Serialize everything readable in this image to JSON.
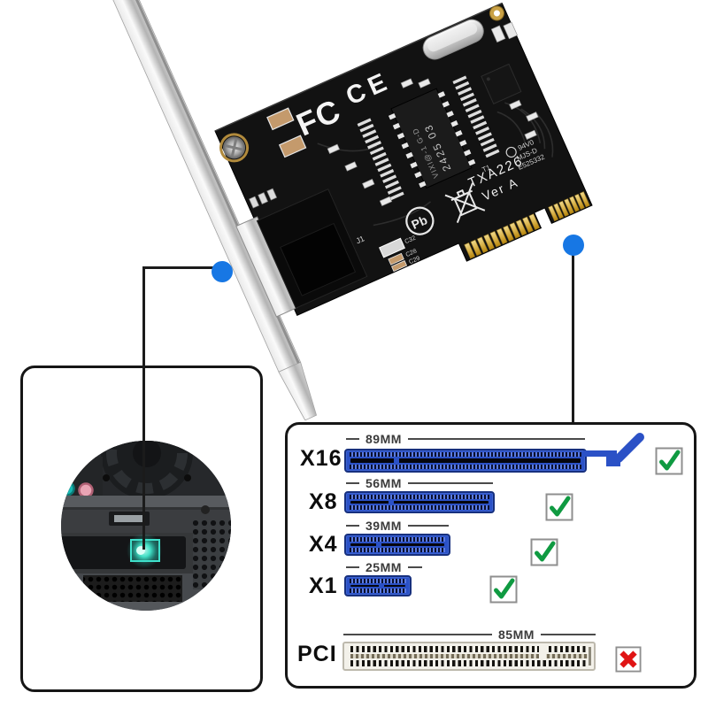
{
  "colors": {
    "accent_blue": "#1777E4",
    "slot_blue": "#2B51C6",
    "check_green": "#0F9A41",
    "cross_red": "#E01414",
    "line_black": "#1B1B1B"
  },
  "card": {
    "fcc_logo": "FC",
    "ce_logo": "CE",
    "model": "TXA226",
    "version": "Ver A",
    "transformer_marking": "2425 03",
    "transformer_marking2": "VIXI@-1 G-D",
    "ul_line1": "94V0",
    "ul_line2": "MJS-D",
    "ul_line3": "E525332",
    "pb_mark": "Pb",
    "ref_j1": "J1",
    "ref_t1": "T1",
    "ref_c32": "C32",
    "ref_c28": "C28",
    "ref_c29": "C29"
  },
  "compatibility": {
    "rows": [
      {
        "slot": "X16",
        "length": "89MM",
        "status": "compatible"
      },
      {
        "slot": "X8",
        "length": "56MM",
        "status": "compatible"
      },
      {
        "slot": "X4",
        "length": "39MM",
        "status": "compatible"
      },
      {
        "slot": "X1",
        "length": "25MM",
        "status": "compatible"
      },
      {
        "slot": "PCI",
        "length": "85MM",
        "status": "incompatible"
      }
    ]
  }
}
